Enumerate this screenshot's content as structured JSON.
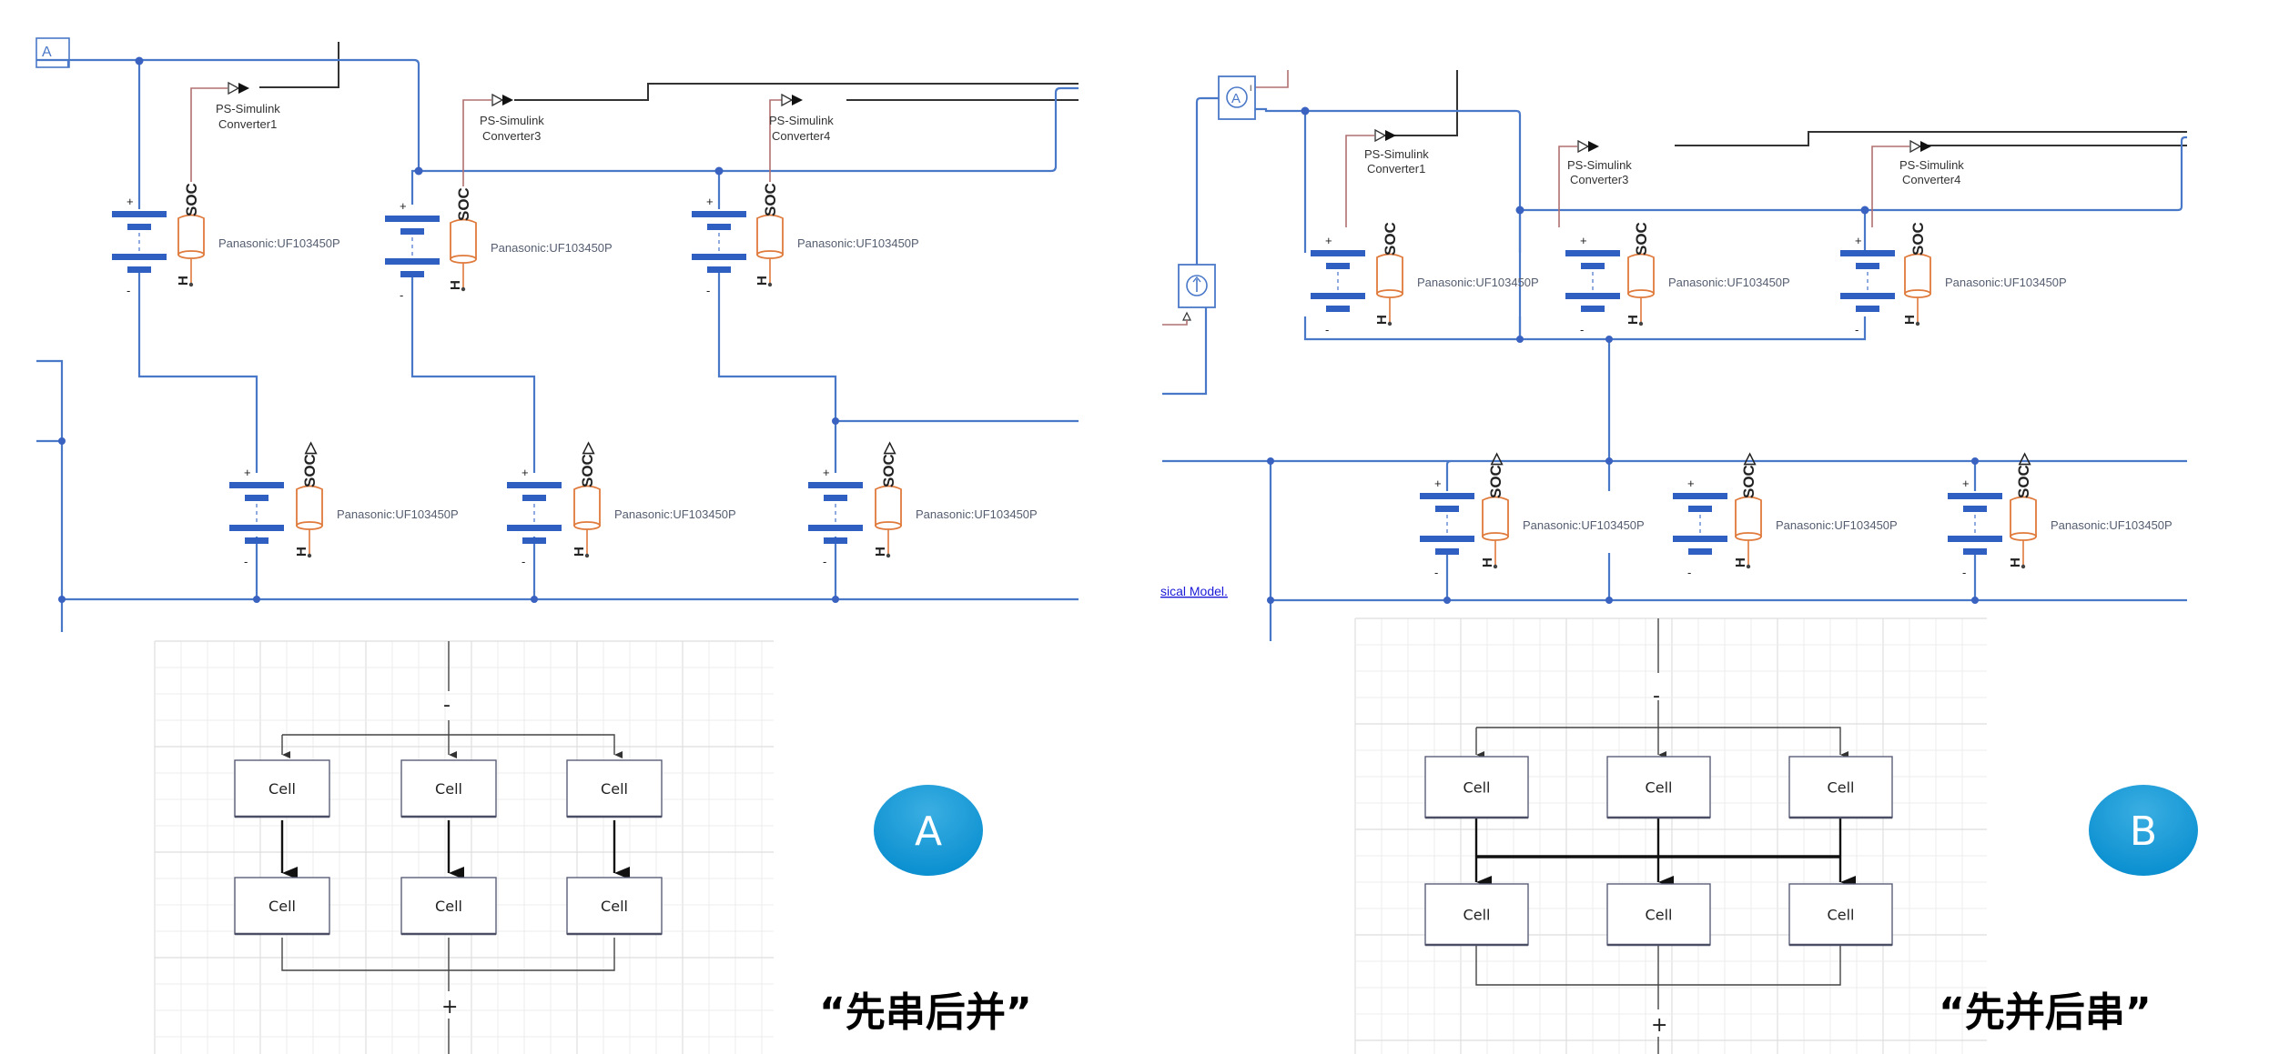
{
  "panel_a": {
    "simulink": {
      "converters": [
        {
          "line1": "PS-Simulink",
          "line2": "Converter1"
        },
        {
          "line1": "PS-Simulink",
          "line2": "Converter3"
        },
        {
          "line1": "PS-Simulink",
          "line2": "Converter4"
        }
      ],
      "top_cells": [
        {
          "part": "Panasonic:UF103450P",
          "soc_port": "SOC",
          "h_port": "H",
          "plus": "+",
          "minus": "-"
        },
        {
          "part": "Panasonic:UF103450P",
          "soc_port": "SOC",
          "h_port": "H",
          "plus": "+",
          "minus": "-"
        },
        {
          "part": "Panasonic:UF103450P",
          "soc_port": "SOC",
          "h_port": "H",
          "plus": "+",
          "minus": "-"
        }
      ],
      "bottom_cells": [
        {
          "part": "Panasonic:UF103450P",
          "soc_port": "SOC▷",
          "h_port": "H",
          "plus": "+",
          "minus": "-"
        },
        {
          "part": "Panasonic:UF103450P",
          "soc_port": "SOC▷",
          "h_port": "H",
          "plus": "+",
          "minus": "-"
        },
        {
          "part": "Panasonic:UF103450P",
          "soc_port": "SOC▷",
          "h_port": "H",
          "plus": "+",
          "minus": "-"
        }
      ],
      "ammeter_glyph": "A"
    },
    "diagram": {
      "minus_terminal": "-",
      "plus_terminal": "+",
      "top_row": [
        "Cell",
        "Cell",
        "Cell"
      ],
      "bottom_row": [
        "Cell",
        "Cell",
        "Cell"
      ]
    },
    "badge": "A",
    "caption": "“先串后并”"
  },
  "panel_b": {
    "simulink": {
      "converters": [
        {
          "line1": "PS-Simulink",
          "line2": "Converter1"
        },
        {
          "line1": "PS-Simulink",
          "line2": "Converter3"
        },
        {
          "line1": "PS-Simulink",
          "line2": "Converter4"
        }
      ],
      "top_cells": [
        {
          "part": "Panasonic:UF103450P",
          "soc_port": "SOC",
          "h_port": "H",
          "plus": "+",
          "minus": "-"
        },
        {
          "part": "Panasonic:UF103450P",
          "soc_port": "SOC",
          "h_port": "H",
          "plus": "+",
          "minus": "-"
        },
        {
          "part": "Panasonic:UF103450P",
          "soc_port": "SOC",
          "h_port": "H",
          "plus": "+",
          "minus": "-"
        }
      ],
      "bottom_cells": [
        {
          "part": "Panasonic:UF103450P",
          "soc_port": "SOC▷",
          "h_port": "H",
          "plus": "+",
          "minus": "-"
        },
        {
          "part": "Panasonic:UF103450P",
          "soc_port": "SOC▷",
          "h_port": "H",
          "plus": "+",
          "minus": "-"
        },
        {
          "part": "Panasonic:UF103450P",
          "soc_port": "SOC▷",
          "h_port": "H",
          "plus": "+",
          "minus": "-"
        }
      ],
      "ammeter_glyph": "A",
      "ammeter_port_i": "I",
      "link_text": "sical Model."
    },
    "diagram": {
      "minus_terminal": "-",
      "plus_terminal": "+",
      "top_row": [
        "Cell",
        "Cell",
        "Cell"
      ],
      "bottom_row": [
        "Cell",
        "Cell",
        "Cell"
      ]
    },
    "badge": "B",
    "caption": "“先并后串”"
  },
  "colors": {
    "wire": "#4a78c8",
    "battery": "#2f5fc0",
    "thermal_port": "#e07a3c",
    "badge": "#1e9ad6",
    "link": "#1a1ad8"
  }
}
